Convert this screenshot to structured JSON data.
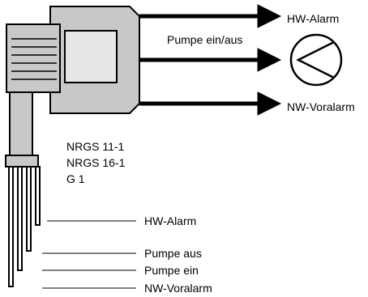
{
  "device": {
    "designations": [
      "NRGS 11-1",
      "NRGS 16-1",
      "G 1"
    ]
  },
  "outputs": {
    "hw_alarm": "HW-Alarm",
    "pump_on_off": "Pumpe ein/aus",
    "nw_prealarm": "NW-Voralarm"
  },
  "electrode_levels": [
    "HW-Alarm",
    "Pumpe aus",
    "Pumpe ein",
    "NW-Voralarm"
  ],
  "colors": {
    "line": "#000000",
    "body_fill": "#c8c8c8",
    "window_fill": "#e6e6e6",
    "background": "#ffffff"
  },
  "icons": {
    "pump": "pump-symbol-icon"
  }
}
